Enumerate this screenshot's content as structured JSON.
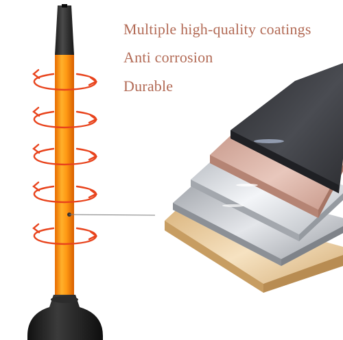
{
  "features": [
    "Multiple high-quality coatings",
    "Anti corrosion",
    "Durable"
  ],
  "colors": {
    "feature_text": "#b26a55",
    "shaft": "#f7941d",
    "rotation_arrows": "#e8431c",
    "plate_black": "#3a3b3f",
    "plate_rose": "#d9b1a4",
    "plate_silver": "#c9ccd1",
    "plate_gray": "#a9adb3",
    "plate_gold": "#e6c799"
  },
  "icons": {
    "rotation": "circular-arrow-icon"
  }
}
